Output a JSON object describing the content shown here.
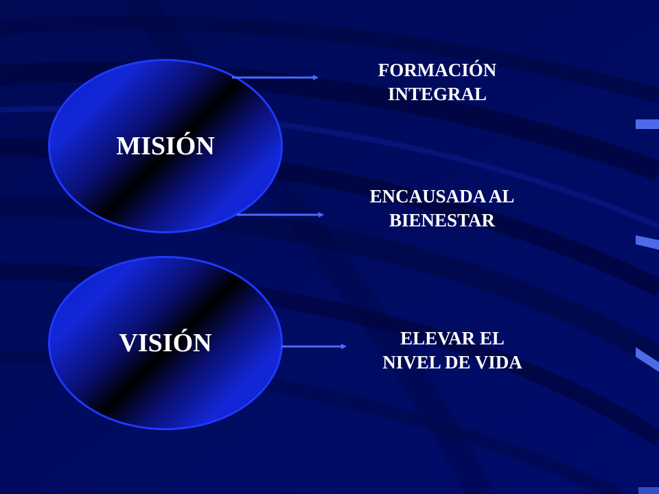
{
  "colors": {
    "background": "#000b61",
    "oval_border": "#1f39ff",
    "arrow": "#4a6bff",
    "text": "#ffffff"
  },
  "mision": {
    "label": "MISIÓN",
    "goals": [
      {
        "line1": "FORMACIÓN",
        "line2": "INTEGRAL"
      },
      {
        "line1": "ENCAUSADA AL",
        "line2": "BIENESTAR"
      }
    ]
  },
  "vision": {
    "label": "VISIÓN",
    "goals": [
      {
        "line1": "ELEVAR EL",
        "line2": "NIVEL DE VIDA"
      }
    ]
  }
}
